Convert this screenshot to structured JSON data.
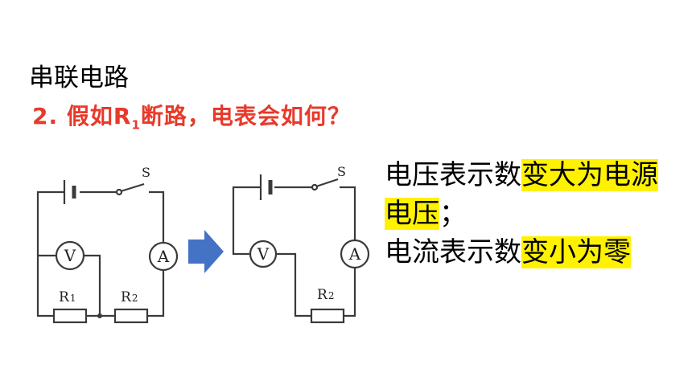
{
  "heading": "串联电路",
  "question": {
    "prefix": "2. 假如R",
    "sub": "1",
    "suffix": "断路，电表会如何？"
  },
  "explanation": {
    "line1_plain": "电压表示数",
    "line1_highlight": "变大为电源电压",
    "line1_end": "；",
    "line2_plain": "电流表示数",
    "line2_highlight": "变小为零"
  },
  "circuit_left": {
    "switch_label": "S",
    "voltmeter": "V",
    "ammeter": "A",
    "r1": "R",
    "r1_sub": "1",
    "r2": "R",
    "r2_sub": "2"
  },
  "circuit_right": {
    "switch_label": "S",
    "voltmeter": "V",
    "ammeter": "A",
    "r2": "R",
    "r2_sub": "2"
  },
  "colors": {
    "question": "#e8392a",
    "highlight": "#fff200",
    "arrow": "#4472c4"
  }
}
